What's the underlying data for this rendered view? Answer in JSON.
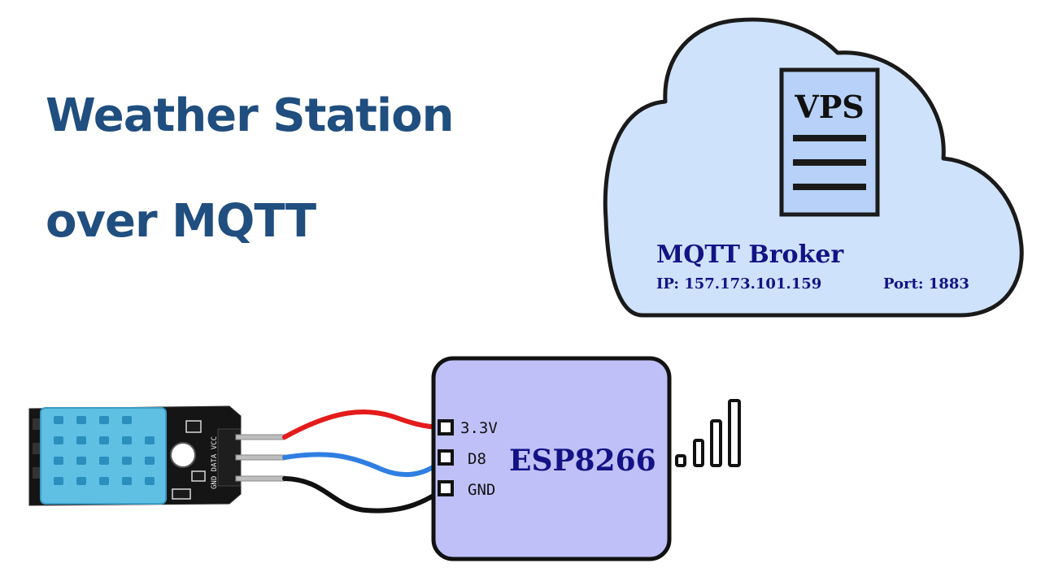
{
  "title": {
    "line1": "Weather Station",
    "line2": "over MQTT"
  },
  "cloud": {
    "server_label": "VPS",
    "broker_label": "MQTT Broker",
    "ip_text": "IP:  157.173.101.159",
    "port_text": "Port: 1883"
  },
  "sensor": {
    "pin_labels_text": "GND DATA VCC"
  },
  "esp": {
    "label": "ESP8266",
    "pins": [
      "3.3V",
      "D8",
      "GND"
    ]
  },
  "colors": {
    "title": "#1f4e7f",
    "cloud_fill": "#cfe2fb",
    "esp_fill": "#c0c0f8",
    "label_navy": "#131385",
    "wire_power": "#e41b1b",
    "wire_data": "#2f7fe3",
    "wire_ground": "#111111",
    "sensor_body": "#5fc0e4"
  }
}
